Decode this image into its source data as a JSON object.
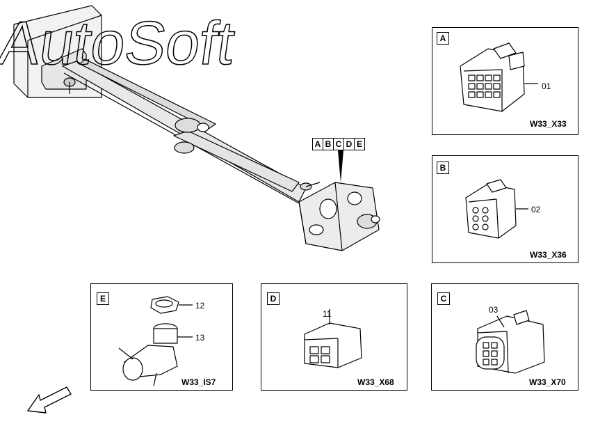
{
  "main_view": {
    "callout_letters": [
      "A",
      "B",
      "C",
      "D",
      "E"
    ],
    "watermark_text": "AutoSoft"
  },
  "panels": {
    "A": {
      "tag": "A",
      "part_no": "01",
      "code": "W33_X33"
    },
    "B": {
      "tag": "B",
      "part_no": "02",
      "code": "W33_X36"
    },
    "C": {
      "tag": "C",
      "part_no": "03",
      "code": "W33_X70"
    },
    "D": {
      "tag": "D",
      "part_no": "11",
      "code": "W33_X68"
    },
    "E": {
      "tag": "E",
      "part_no_top": "12",
      "part_no_bottom": "13",
      "code": "W33_IS7"
    }
  },
  "icons": {
    "orientation_arrow": "arrow-down-left-icon"
  }
}
